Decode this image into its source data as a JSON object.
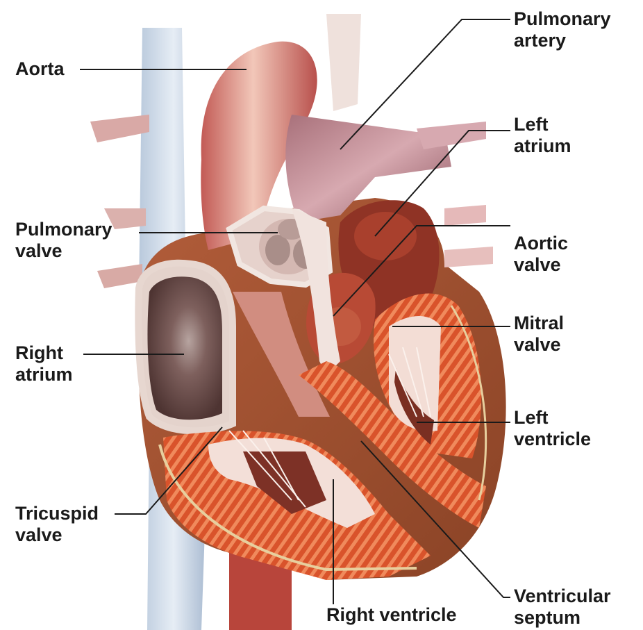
{
  "diagram": {
    "labels": {
      "aorta": [
        "Aorta"
      ],
      "pulmonary_artery": [
        "Pulmonary",
        "artery"
      ],
      "left_atrium": [
        "Left",
        "atrium"
      ],
      "pulmonary_valve": [
        "Pulmonary",
        "valve"
      ],
      "aortic_valve": [
        "Aortic",
        "valve"
      ],
      "right_atrium": [
        "Right",
        "atrium"
      ],
      "mitral_valve": [
        "Mitral",
        "valve"
      ],
      "left_ventricle": [
        "Left",
        "ventricle"
      ],
      "tricuspid_valve": [
        "Tricuspid",
        "valve"
      ],
      "ventricular_septum": [
        "Ventricular",
        "septum"
      ],
      "right_ventricle": [
        "Right ventricle"
      ]
    }
  }
}
